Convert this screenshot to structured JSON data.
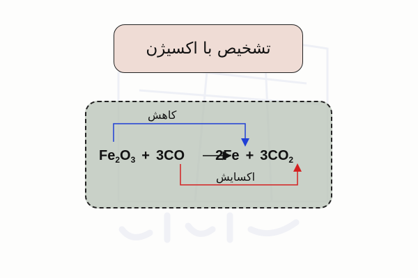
{
  "title": "تشخیص با اکسیژن",
  "equation": {
    "reactant1": {
      "base": "Fe",
      "sub1": "2",
      "mid": "O",
      "sub2": "3"
    },
    "plus1": "+",
    "reactant2": "3CO",
    "product1": "2Fe",
    "plus2": "+",
    "product2": {
      "base": "3CO",
      "sub": "2"
    }
  },
  "labels": {
    "reduction": "کاهش",
    "oxidation": "اکسایش"
  },
  "colors": {
    "reduction_line": "#1f3fd6",
    "oxidation_line": "#d42020",
    "title_bg": "#efdcd5",
    "box_bg": "#bcc6ba"
  }
}
